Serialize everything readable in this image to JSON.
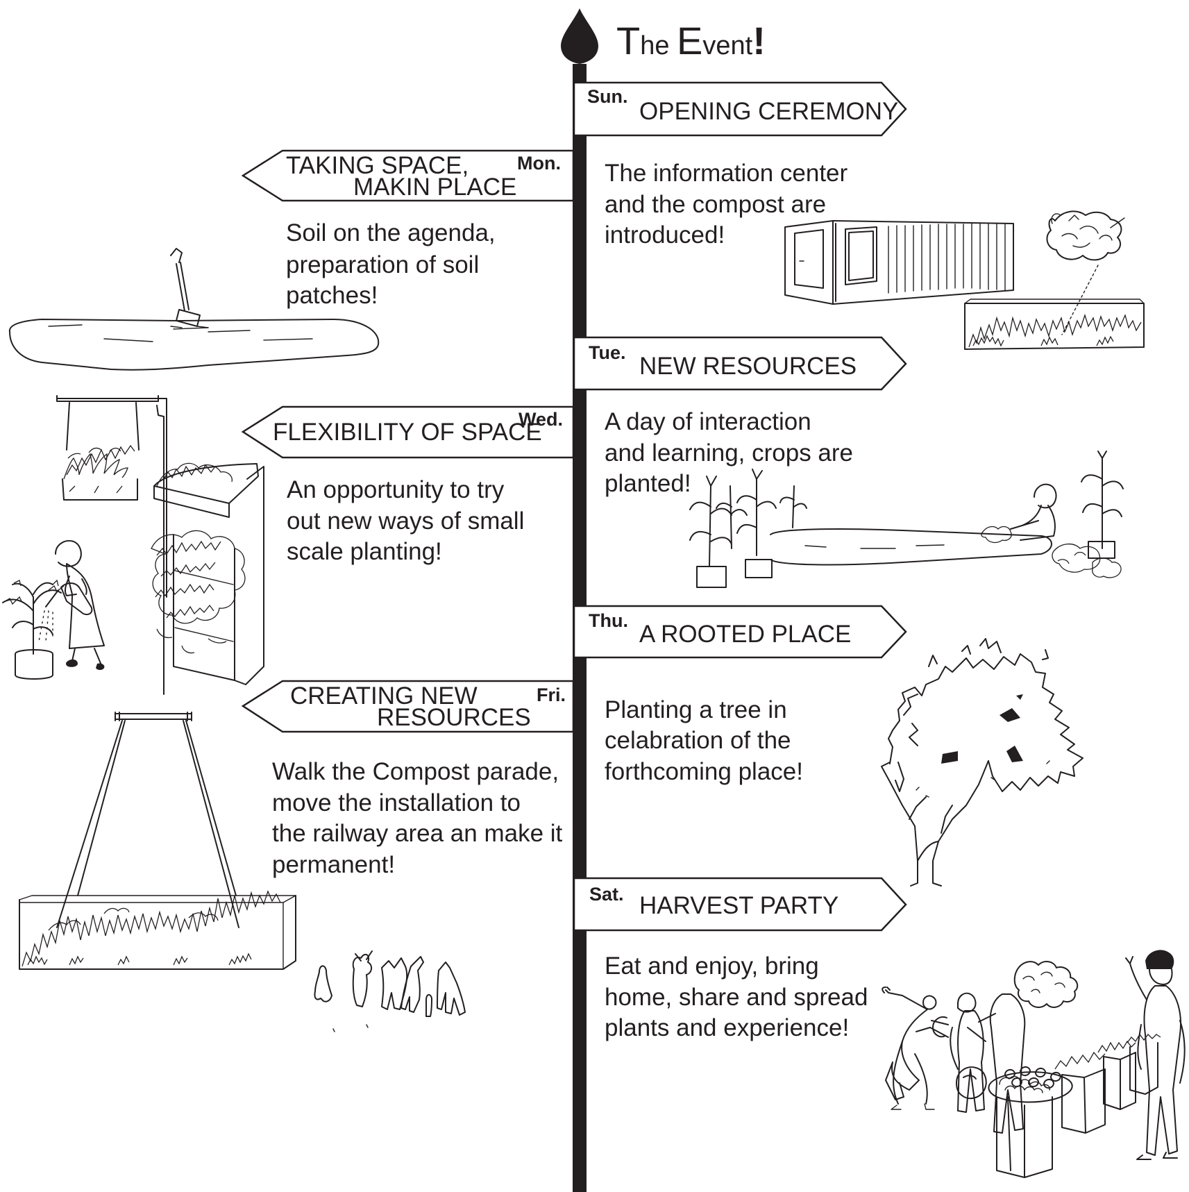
{
  "title": {
    "t1": "T",
    "t2": "he ",
    "t3": "E",
    "t4": "vent",
    "t5": "!"
  },
  "events": {
    "sun": {
      "day": "Sun.",
      "title": "OPENING CEREMONY",
      "desc": [
        "The information center",
        "and the compost are",
        "introduced!"
      ]
    },
    "mon": {
      "day": "Mon.",
      "title": [
        "TAKING SPACE,",
        "MAKIN PLACE"
      ],
      "desc": [
        "Soil on the agenda,",
        "preparation of soil",
        "patches!"
      ]
    },
    "tue": {
      "day": "Tue.",
      "title": "NEW RESOURCES",
      "desc": [
        "A day of interaction",
        "and learning, crops are",
        "planted!"
      ]
    },
    "wed": {
      "day": "Wed.",
      "title": "FLEXIBILITY OF SPACE",
      "desc": [
        "An opportunity to try",
        "out new ways of small",
        "scale planting!"
      ]
    },
    "thu": {
      "day": "Thu.",
      "title": "A ROOTED PLACE",
      "desc": [
        "Planting a tree in",
        "celabration of the",
        "forthcoming  place!"
      ]
    },
    "fri": {
      "day": "Fri.",
      "title": [
        "CREATING NEW",
        "RESOURCES"
      ],
      "desc": [
        "Walk the Compost parade,",
        "move the installation  to",
        "the railway area an make it",
        "permanent!"
      ]
    },
    "sat": {
      "day": "Sat.",
      "title": "HARVEST PARTY",
      "desc": [
        "Eat and enjoy, bring",
        "home, share and spread",
        "plants and experience!"
      ]
    }
  },
  "illustrations": {
    "sun": "shipping-container-and-compost-box-icon",
    "mon": "soil-patch-with-spade-icon",
    "tue": "corn-plants-and-gardener-icon",
    "wed": "hanging-planter-and-green-wall-icon",
    "thu": "tree-icon",
    "fri": "hanging-compost-installation-and-parade-icon",
    "sat": "harvest-party-market-icon"
  },
  "colors": {
    "ink": "#231f20",
    "background": "#ffffff"
  }
}
